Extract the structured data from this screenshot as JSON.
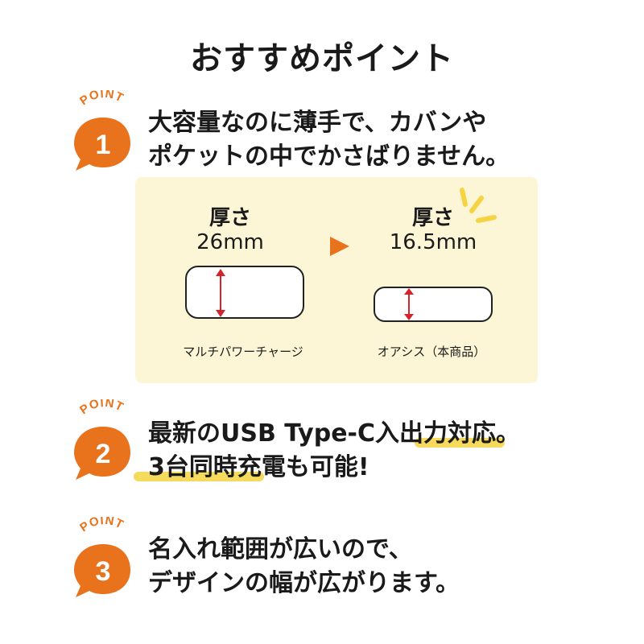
{
  "title": "おすすめポイント",
  "badge_word": "POINT",
  "colors": {
    "accent": "#e8731c",
    "highlight": "#f5d341",
    "panel": "#fdf6d6",
    "arrow_red": "#d6232a"
  },
  "points": [
    {
      "number": "1",
      "lines": [
        "大容量なのに薄手で、カバンや",
        "ポケットの中でかさばりません。"
      ]
    },
    {
      "number": "2",
      "lines": [
        "最新のUSB Type-C入出力対応。",
        "3台同時充電も可能!"
      ]
    },
    {
      "number": "3",
      "lines": [
        "名入れ範囲が広いので、",
        "デザインの幅が広がります。"
      ]
    }
  ],
  "comparison": {
    "left": {
      "label": "厚さ",
      "value": "26mm",
      "caption": "マルチパワーチャージ"
    },
    "right": {
      "label": "厚さ",
      "value": "16.5mm",
      "caption": "オアシス（本商品）"
    }
  }
}
